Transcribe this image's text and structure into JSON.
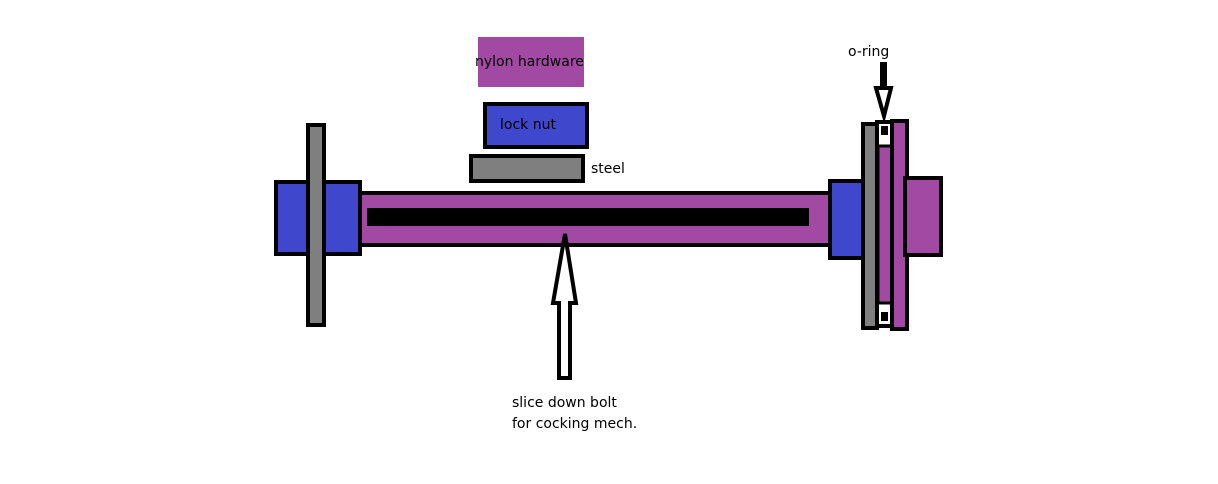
{
  "labels": {
    "nylon_hardware": "nylon hardware",
    "lock_nut": "lock nut",
    "steel": "steel",
    "o_ring": "o-ring",
    "slice_line1": "slice down bolt",
    "slice_line2": "for cocking mech."
  },
  "colors": {
    "purple": "#a24aa3",
    "blue": "#3f48cc",
    "gray": "#7f7f7f",
    "black": "#000000",
    "white": "#ffffff"
  }
}
